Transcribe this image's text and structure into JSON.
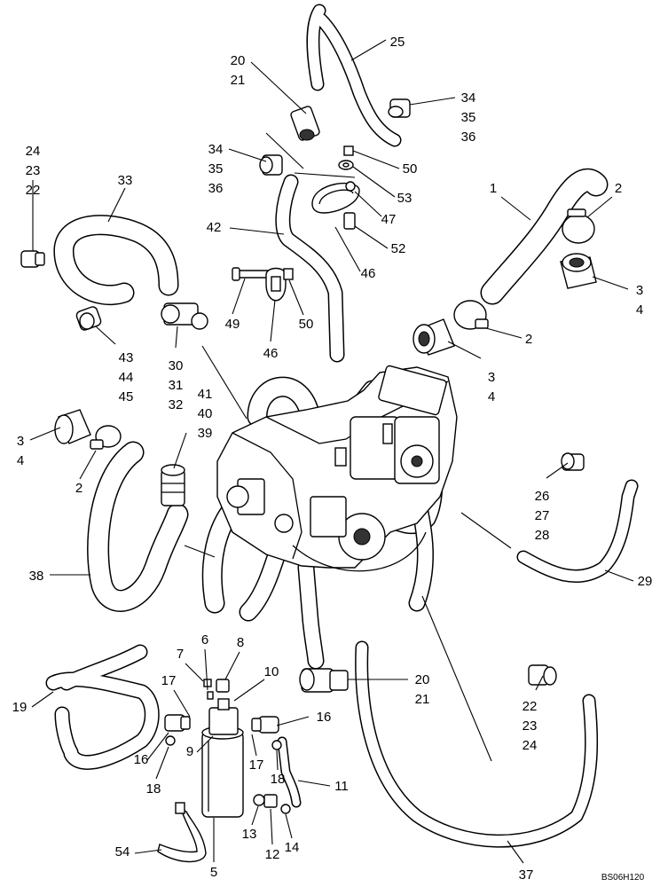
{
  "diagram_code": "BS06H120",
  "callouts": [
    {
      "id": "c1",
      "lines": [
        "1"
      ]
    },
    {
      "id": "c2a",
      "lines": [
        "2"
      ]
    },
    {
      "id": "c2b",
      "lines": [
        "2"
      ]
    },
    {
      "id": "c2c",
      "lines": [
        "2"
      ]
    },
    {
      "id": "c34a",
      "lines": [
        "3",
        "4"
      ]
    },
    {
      "id": "c34b",
      "lines": [
        "3",
        "4"
      ]
    },
    {
      "id": "c34c",
      "lines": [
        "3",
        "4"
      ]
    },
    {
      "id": "c5",
      "lines": [
        "5"
      ]
    },
    {
      "id": "c6",
      "lines": [
        "6"
      ]
    },
    {
      "id": "c7",
      "lines": [
        "7"
      ]
    },
    {
      "id": "c8",
      "lines": [
        "8"
      ]
    },
    {
      "id": "c9",
      "lines": [
        "9"
      ]
    },
    {
      "id": "c10",
      "lines": [
        "10"
      ]
    },
    {
      "id": "c11",
      "lines": [
        "11"
      ]
    },
    {
      "id": "c12",
      "lines": [
        "12"
      ]
    },
    {
      "id": "c13",
      "lines": [
        "13"
      ]
    },
    {
      "id": "c14",
      "lines": [
        "14"
      ]
    },
    {
      "id": "c16a",
      "lines": [
        "16"
      ]
    },
    {
      "id": "c16b",
      "lines": [
        "16"
      ]
    },
    {
      "id": "c17a",
      "lines": [
        "17"
      ]
    },
    {
      "id": "c17b",
      "lines": [
        "17"
      ]
    },
    {
      "id": "c18a",
      "lines": [
        "18"
      ]
    },
    {
      "id": "c18b",
      "lines": [
        "18"
      ]
    },
    {
      "id": "c19",
      "lines": [
        "19"
      ]
    },
    {
      "id": "c2021a",
      "lines": [
        "20",
        "21"
      ]
    },
    {
      "id": "c2021b",
      "lines": [
        "20",
        "21"
      ]
    },
    {
      "id": "c242322",
      "lines": [
        "24",
        "23",
        "22"
      ]
    },
    {
      "id": "c222324",
      "lines": [
        "22",
        "23",
        "24"
      ]
    },
    {
      "id": "c25",
      "lines": [
        "25"
      ]
    },
    {
      "id": "c262728",
      "lines": [
        "26",
        "27",
        "28"
      ]
    },
    {
      "id": "c29",
      "lines": [
        "29"
      ]
    },
    {
      "id": "c303132",
      "lines": [
        "30",
        "31",
        "32"
      ]
    },
    {
      "id": "c33",
      "lines": [
        "33"
      ]
    },
    {
      "id": "c343536a",
      "lines": [
        "34",
        "35",
        "36"
      ]
    },
    {
      "id": "c343536b",
      "lines": [
        "34",
        "35",
        "36"
      ]
    },
    {
      "id": "c37",
      "lines": [
        "37"
      ]
    },
    {
      "id": "c38",
      "lines": [
        "38"
      ]
    },
    {
      "id": "c414039",
      "lines": [
        "41",
        "40",
        "39"
      ]
    },
    {
      "id": "c42",
      "lines": [
        "42"
      ]
    },
    {
      "id": "c434445",
      "lines": [
        "43",
        "44",
        "45"
      ]
    },
    {
      "id": "c46a",
      "lines": [
        "46"
      ]
    },
    {
      "id": "c46b",
      "lines": [
        "46"
      ]
    },
    {
      "id": "c47",
      "lines": [
        "47"
      ]
    },
    {
      "id": "c49",
      "lines": [
        "49"
      ]
    },
    {
      "id": "c50a",
      "lines": [
        "50"
      ]
    },
    {
      "id": "c50b",
      "lines": [
        "50"
      ]
    },
    {
      "id": "c52",
      "lines": [
        "52"
      ]
    },
    {
      "id": "c53",
      "lines": [
        "53"
      ]
    },
    {
      "id": "c54",
      "lines": [
        "54"
      ]
    }
  ]
}
